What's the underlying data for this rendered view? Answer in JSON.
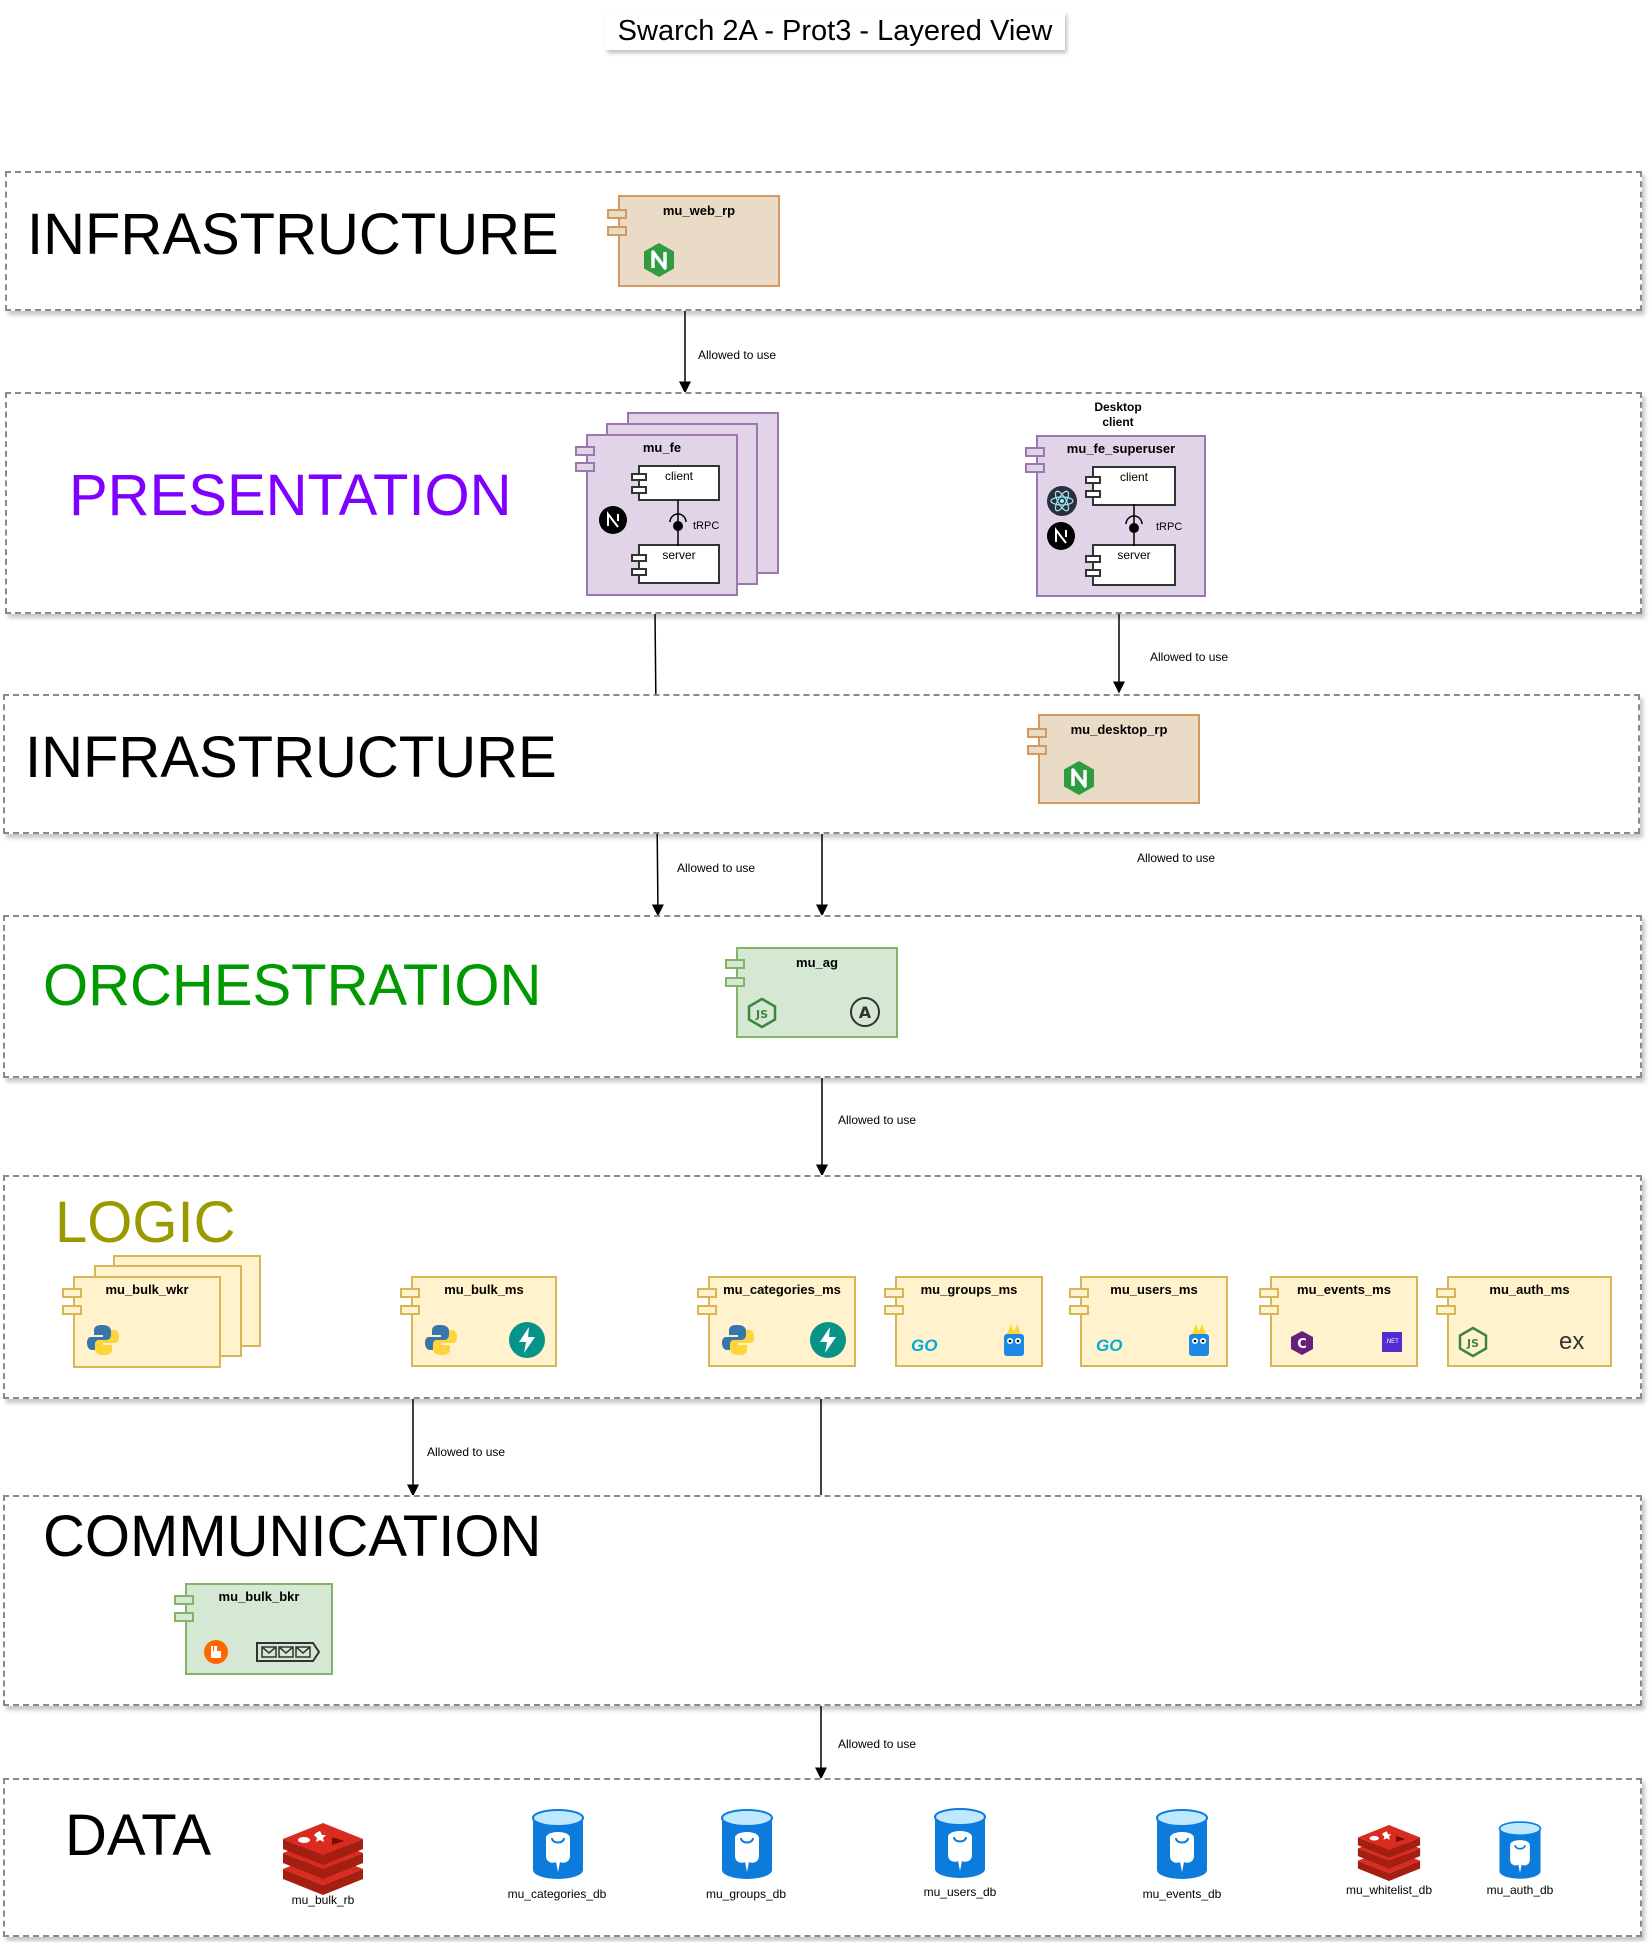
{
  "title": "Swarch 2A - Prot3 - Layered View",
  "layers": {
    "infra_top": {
      "label": "INFRASTRUCTURE",
      "color": "#000000"
    },
    "presentation": {
      "label": "PRESENTATION",
      "color": "#7f00ff"
    },
    "infra_mid": {
      "label": "INFRASTRUCTURE",
      "color": "#000000"
    },
    "orchestration": {
      "label": "ORCHESTRATION",
      "color": "#009900"
    },
    "logic": {
      "label": "LOGIC",
      "color": "#999900"
    },
    "communication": {
      "label": "COMMUNICATION",
      "color": "#000000"
    },
    "data": {
      "label": "DATA",
      "color": "#000000"
    }
  },
  "components": {
    "mu_web_rp": "mu_web_rp",
    "mu_fe": "mu_fe",
    "mu_fe_superuser": "mu_fe_superuser",
    "desktop_client": "Desktop client",
    "client": "client",
    "server": "server",
    "trpc": "tRPC",
    "mu_desktop_rp": "mu_desktop_rp",
    "mu_ag": "mu_ag",
    "mu_bulk_wkr": "mu_bulk_wkr",
    "mu_bulk_ms": "mu_bulk_ms",
    "mu_categories_ms": "mu_categories_ms",
    "mu_groups_ms": "mu_groups_ms",
    "mu_users_ms": "mu_users_ms",
    "mu_events_ms": "mu_events_ms",
    "mu_auth_ms": "mu_auth_ms",
    "mu_bulk_bkr": "mu_bulk_bkr"
  },
  "databases": {
    "mu_bulk_rb": "mu_bulk_rb",
    "mu_categories_db": "mu_categories_db",
    "mu_groups_db": "mu_groups_db",
    "mu_users_db": "mu_users_db",
    "mu_events_db": "mu_events_db",
    "mu_whitelist_db": "mu_whitelist_db",
    "mu_auth_db": "mu_auth_db"
  },
  "edges": {
    "allowed": "Allowed to use"
  },
  "icons": {
    "go": "GO",
    "dotnet": ".NET",
    "express": "ex"
  }
}
